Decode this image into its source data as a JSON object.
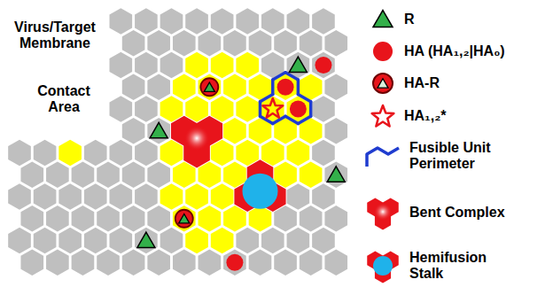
{
  "diagram": {
    "legend": [
      {
        "text": "Virus/Target Membrane",
        "color": "#bfbfbf"
      },
      {
        "text": "Contact Area",
        "color": "#ffff00"
      },
      {
        "text": "R"
      },
      {
        "text": "HA (HA₁,₂|HA₀)"
      },
      {
        "text": "HA-R"
      },
      {
        "text": "HA₁,₂*"
      },
      {
        "text": "Fusible Unit Perimeter"
      },
      {
        "text": "Bent Complex"
      },
      {
        "text": "Hemifusion Stalk"
      }
    ]
  }
}
